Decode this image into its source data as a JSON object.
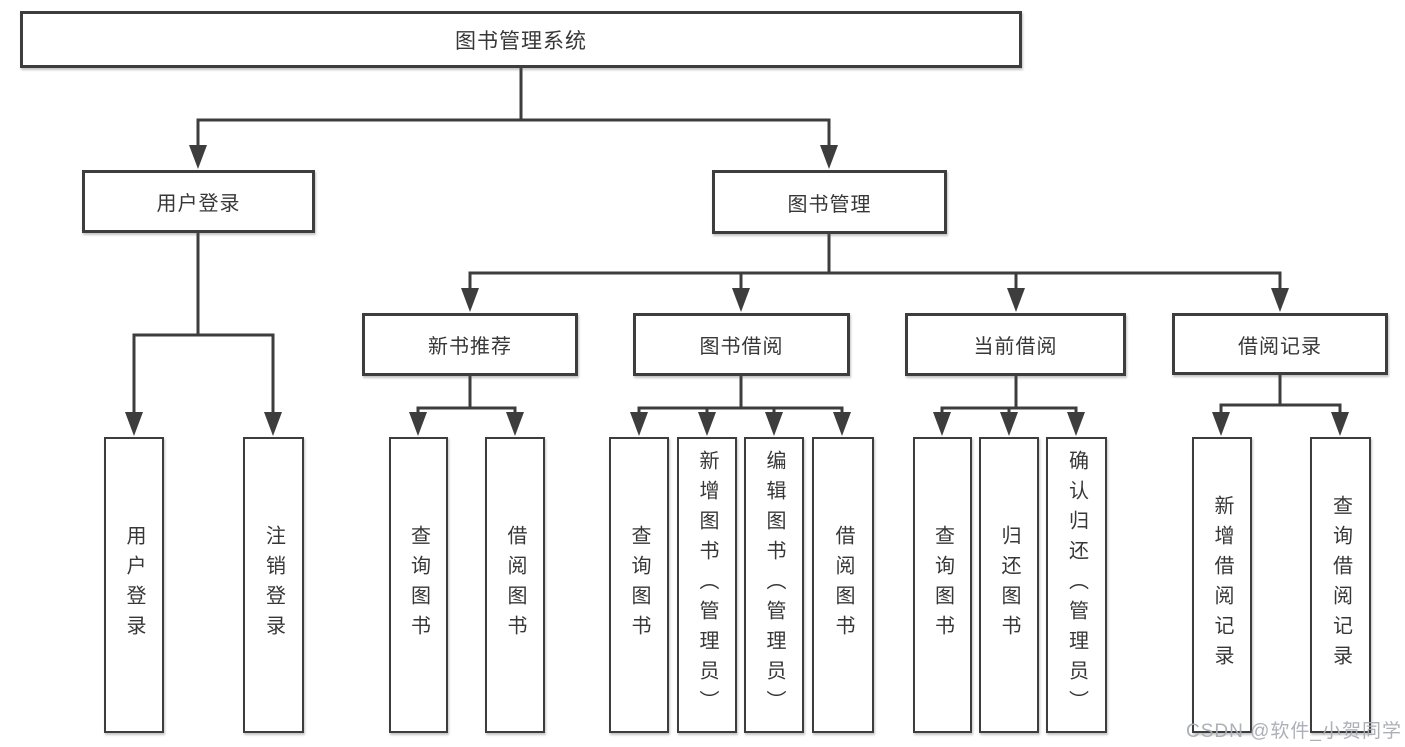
{
  "diagram": {
    "tree": {
      "root": {
        "label": "图书管理系统"
      },
      "user_login_branch": {
        "label": "用户登录",
        "children": [
          {
            "label": "用户登录"
          },
          {
            "label": "注销登录"
          }
        ]
      },
      "book_mgmt_branch": {
        "label": "图书管理",
        "sections": [
          {
            "label": "新书推荐",
            "children": [
              {
                "label": "查询图书"
              },
              {
                "label": "借阅图书"
              }
            ]
          },
          {
            "label": "图书借阅",
            "children": [
              {
                "label": "查询图书"
              },
              {
                "label": "新增图书（管理员）"
              },
              {
                "label": "编辑图书（管理员）"
              },
              {
                "label": "借阅图书"
              }
            ]
          },
          {
            "label": "当前借阅",
            "children": [
              {
                "label": "查询图书"
              },
              {
                "label": "归还图书"
              },
              {
                "label": "确认归还（管理员）"
              }
            ]
          },
          {
            "label": "借阅记录",
            "children": [
              {
                "label": "新增借阅记录"
              },
              {
                "label": "查询借阅记录"
              }
            ]
          }
        ]
      }
    },
    "watermark": "CSDN @软件_小贺同学",
    "colors": {
      "line": "#3d3d3d",
      "border": "#3d3d3d",
      "text": "#373737",
      "watermark": "#a8acb4",
      "background": "#ffffff"
    }
  }
}
